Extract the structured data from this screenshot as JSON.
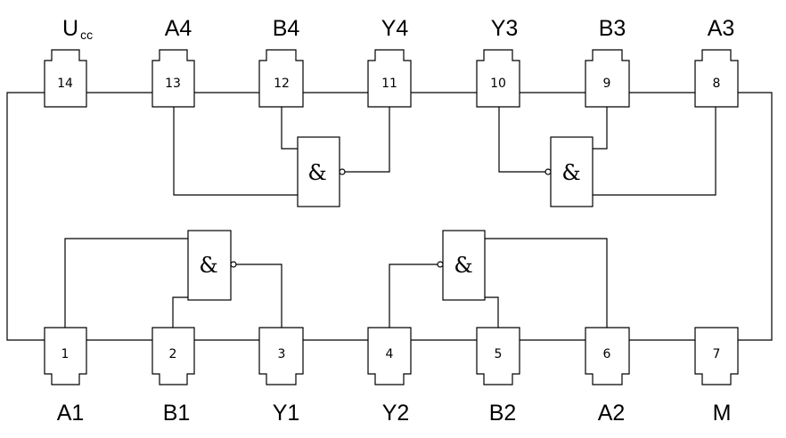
{
  "chip": {
    "top_pins": [
      {
        "num": "14",
        "name": "U",
        "sub": "cc"
      },
      {
        "num": "13",
        "name": "A4"
      },
      {
        "num": "12",
        "name": "B4"
      },
      {
        "num": "11",
        "name": "Y4"
      },
      {
        "num": "10",
        "name": "Y3"
      },
      {
        "num": "9",
        "name": "B3"
      },
      {
        "num": "8",
        "name": "A3"
      }
    ],
    "bottom_pins": [
      {
        "num": "1",
        "name": "A1"
      },
      {
        "num": "2",
        "name": "B1"
      },
      {
        "num": "3",
        "name": "Y1"
      },
      {
        "num": "4",
        "name": "Y2"
      },
      {
        "num": "5",
        "name": "B2"
      },
      {
        "num": "6",
        "name": "A2"
      },
      {
        "num": "7",
        "name": "M"
      }
    ],
    "gates": [
      {
        "id": "gate-4",
        "symbol": "&"
      },
      {
        "id": "gate-3",
        "symbol": "&"
      },
      {
        "id": "gate-1",
        "symbol": "&"
      },
      {
        "id": "gate-2",
        "symbol": "&"
      }
    ]
  }
}
